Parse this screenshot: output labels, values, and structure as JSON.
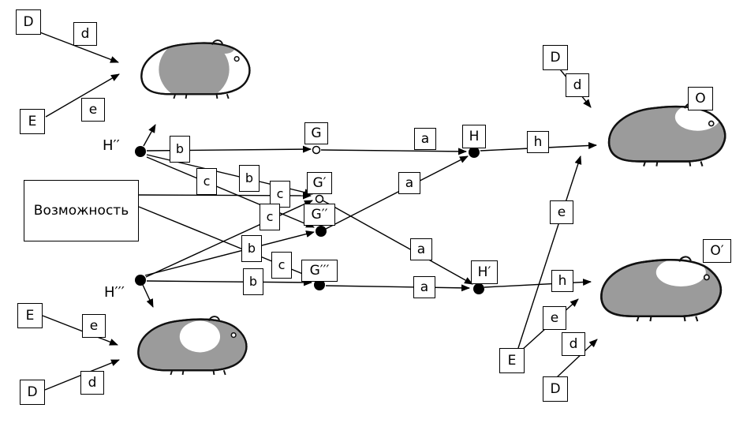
{
  "labels": {
    "D": "D",
    "d": "d",
    "E": "E",
    "e": "e",
    "b": "b",
    "c": "c",
    "a": "a",
    "h": "h",
    "G": "G",
    "G_prime": "G′",
    "G_dprime": "G′′",
    "G_tprime": "G′′′",
    "H": "H",
    "H_prime": "H′",
    "H_dprime": "H′′",
    "H_tprime": "H′′′",
    "O": "O",
    "O_prime": "O′",
    "possibility": "Возможность"
  },
  "colors": {
    "pig_gray": "#9b9b9b",
    "line": "#000000",
    "box_border": "#000000",
    "background": "#ffffff"
  },
  "edges": [
    {
      "from": "D",
      "via": "d",
      "to": "parent-pig-top-left"
    },
    {
      "from": "E",
      "via": "e",
      "to": "parent-pig-top-left"
    },
    {
      "from": "E",
      "via": "e",
      "to": "parent-pig-bottom-left"
    },
    {
      "from": "D",
      "via": "d",
      "to": "parent-pig-bottom-left"
    },
    {
      "from": "H′′",
      "via": "b",
      "to": "G"
    },
    {
      "from": "H′′",
      "via": "b",
      "to": "G′"
    },
    {
      "from": "H′′",
      "via": "c",
      "to": "G′′"
    },
    {
      "from": "Возможность",
      "via": "c",
      "to": "G′"
    },
    {
      "from": "Возможность",
      "via": "c",
      "to": "G′′′"
    },
    {
      "from": "H′′′",
      "via": "c",
      "to": "G′"
    },
    {
      "from": "H′′′",
      "via": "b",
      "to": "G′′"
    },
    {
      "from": "H′′′",
      "via": "b",
      "to": "G′′′"
    },
    {
      "from": "G",
      "via": "a",
      "to": "H"
    },
    {
      "from": "G′′",
      "via": "a",
      "to": "H"
    },
    {
      "from": "G′",
      "via": "a",
      "to": "H′"
    },
    {
      "from": "G′′′",
      "via": "a",
      "to": "H′"
    },
    {
      "from": "H",
      "via": "h",
      "to": "offspring-pig-O"
    },
    {
      "from": "H′",
      "via": "h",
      "to": "offspring-pig-O′"
    },
    {
      "from": "D",
      "via": "d",
      "to": "offspring-pig-O"
    },
    {
      "from": "E",
      "via": "e",
      "to": "offspring-pig-O"
    },
    {
      "from": "E",
      "via": "e",
      "to": "offspring-pig-O′"
    },
    {
      "from": "D",
      "via": "d",
      "to": "offspring-pig-O′"
    }
  ]
}
